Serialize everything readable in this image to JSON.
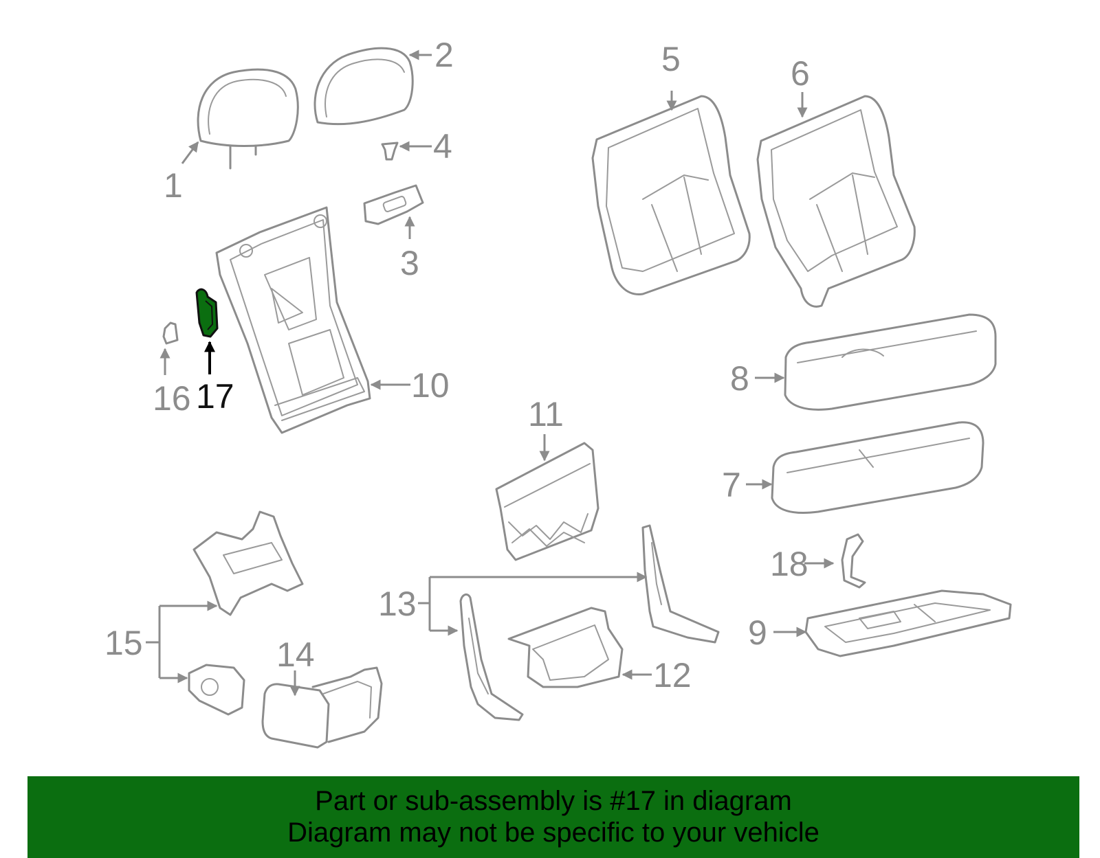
{
  "diagram": {
    "callouts": [
      "1",
      "2",
      "3",
      "4",
      "5",
      "6",
      "7",
      "8",
      "9",
      "10",
      "11",
      "12",
      "13",
      "14",
      "15",
      "16",
      "17",
      "18"
    ],
    "highlighted_part": "17",
    "highlight_color": "#0b6e10",
    "part_stroke_color": "#8c8c8c"
  },
  "banner": {
    "line1": "Part or sub-assembly is #17 in diagram",
    "line2": "Diagram may not be specific to your vehicle",
    "background": "#0b6e10"
  }
}
